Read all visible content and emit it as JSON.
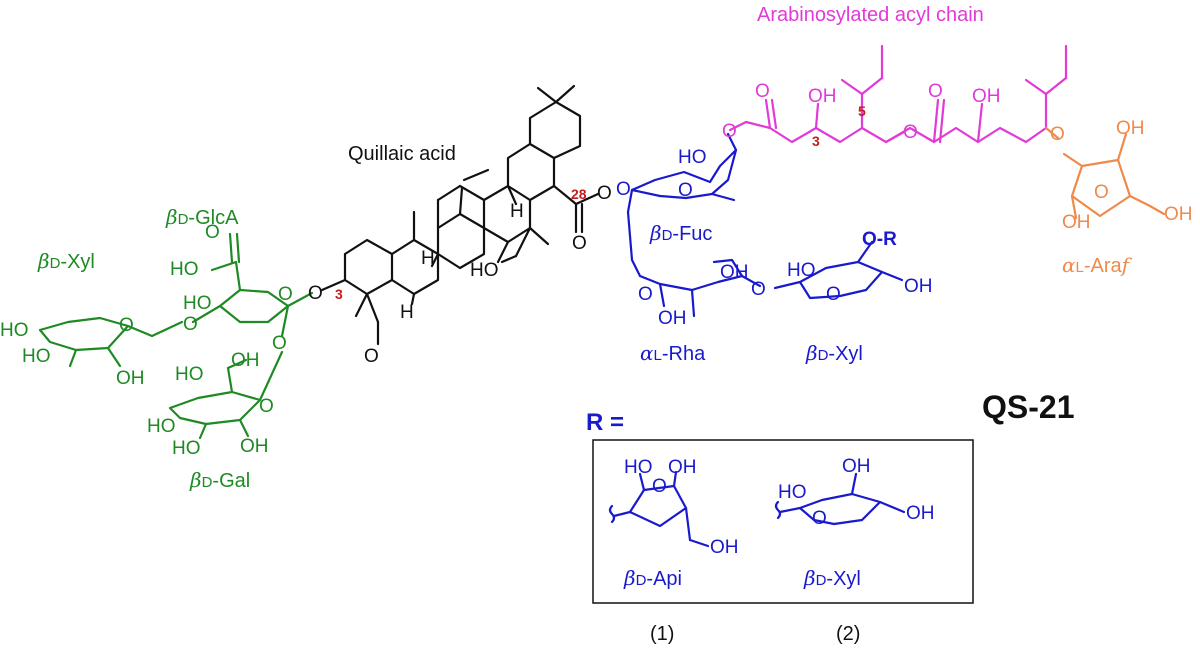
{
  "colors": {
    "black": "#111111",
    "green": "#1f8a24",
    "blue": "#1a1acd",
    "magenta": "#e23ad6",
    "orange": "#ef8a4a",
    "red": "#c51d1d"
  },
  "labels": {
    "acyl_chain": "Arabinosylated acyl chain",
    "aglycone": "Quillaic acid",
    "compound": "QS-21",
    "r_equals": "R =",
    "option1": "(1)",
    "option2": "(2)"
  },
  "sugars": {
    "glca": {
      "greek": "β",
      "config": "D",
      "name": "-GlcA"
    },
    "xyl_left": {
      "greek": "β",
      "config": "D",
      "name": "-Xyl"
    },
    "gal": {
      "greek": "β",
      "config": "D",
      "name": "-Gal"
    },
    "fuc": {
      "greek": "β",
      "config": "D",
      "name": "-Fuc"
    },
    "rha": {
      "greek": "α",
      "config": "L",
      "name": "-Rha"
    },
    "xyl_right": {
      "greek": "β",
      "config": "D",
      "name": "-Xyl"
    },
    "araf": {
      "greek": "α",
      "config": "L",
      "name": "-Ara",
      "suffix": "f"
    },
    "api_box": {
      "greek": "β",
      "config": "D",
      "name": "-Api"
    },
    "xyl_box": {
      "greek": "β",
      "config": "D",
      "name": "-Xyl"
    }
  },
  "locants": {
    "c3_aglycone": "3",
    "c28": "28",
    "c3_chain": "3",
    "c5_chain": "5"
  },
  "atoms": {
    "oh": "OH",
    "ho": "HO",
    "o": "O",
    "h": "H",
    "o_r": "O-R"
  }
}
